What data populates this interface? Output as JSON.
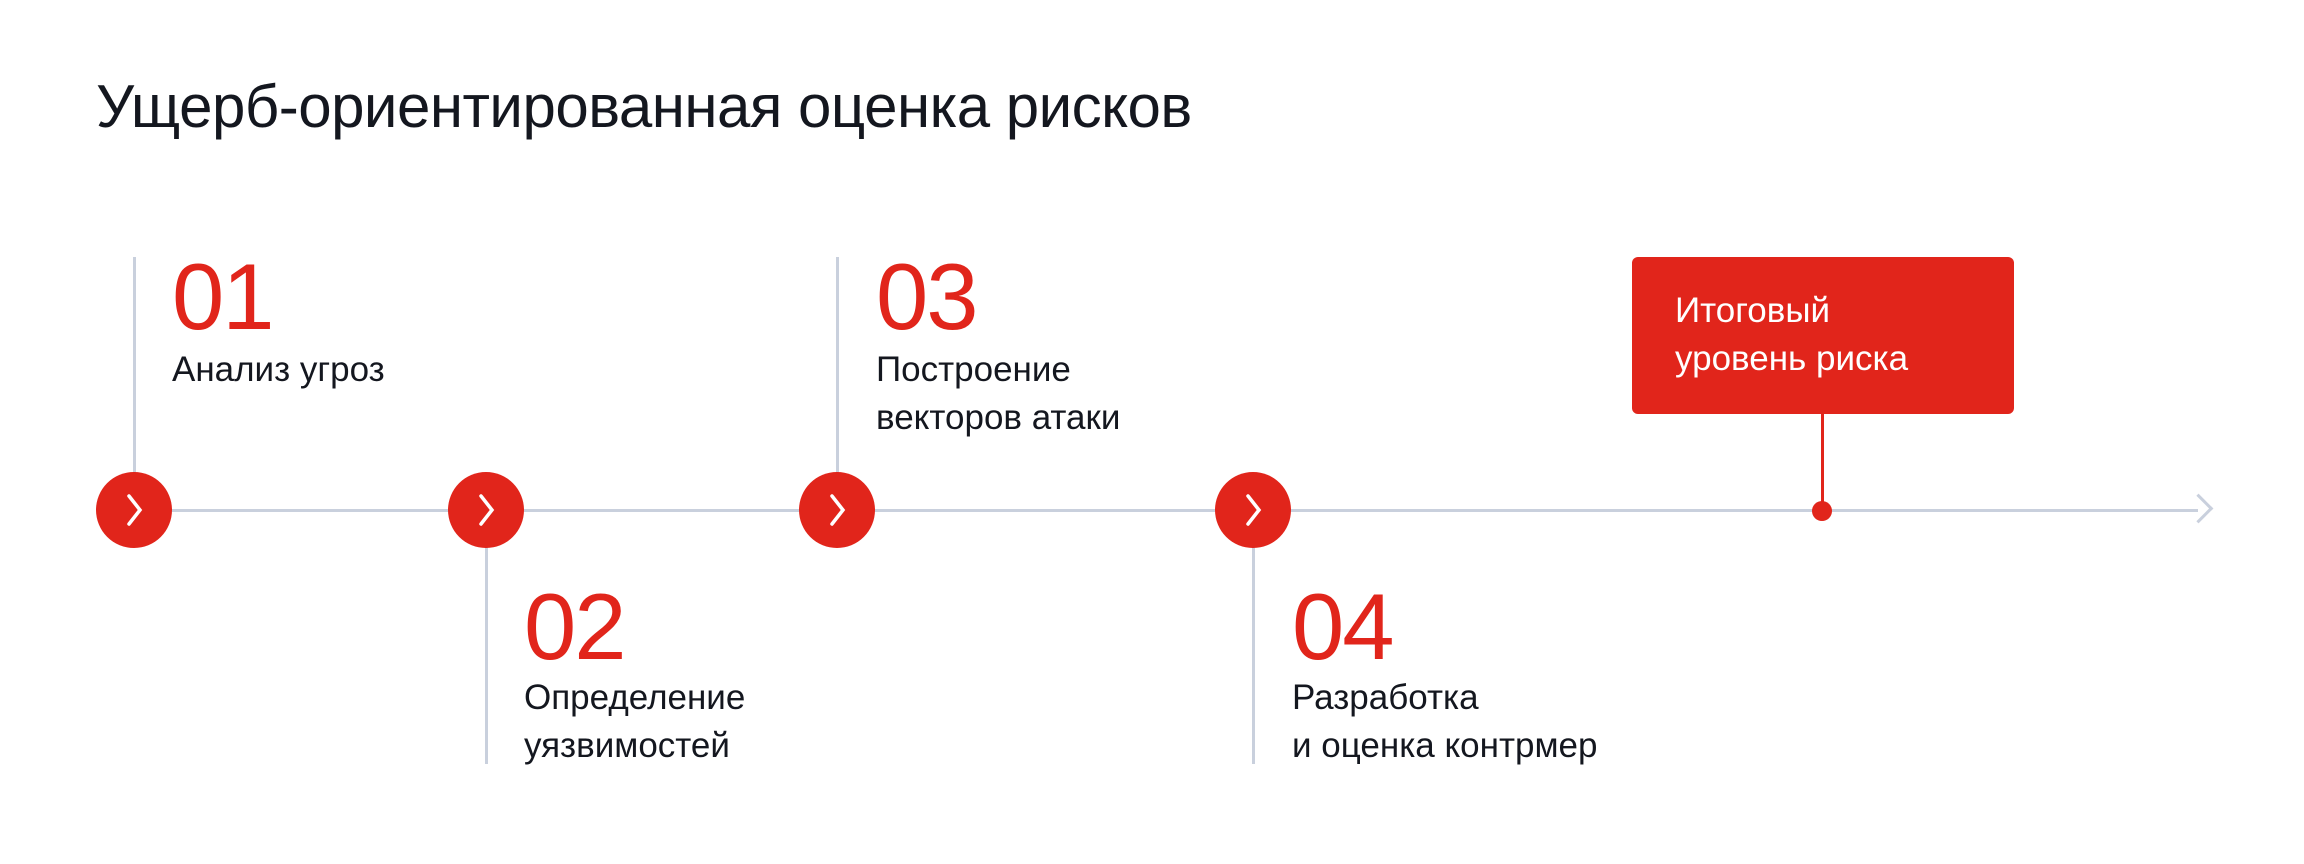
{
  "title": "Ущерб-ориентированная оценка рисков",
  "steps": [
    {
      "number": "01",
      "line1": "Анализ угроз",
      "line2": ""
    },
    {
      "number": "02",
      "line1": "Определение",
      "line2": "уязвимостей"
    },
    {
      "number": "03",
      "line1": "Построение",
      "line2": "векторов атаки"
    },
    {
      "number": "04",
      "line1": "Разработка",
      "line2": "и оценка контрмер"
    }
  ],
  "result": {
    "line1": "Итоговый",
    "line2": "уровень риска"
  },
  "colors": {
    "accent": "#e1251b",
    "line": "#c9d0dd",
    "text": "#14171f"
  },
  "icons": {
    "node": "chevron-right-icon",
    "axis_end": "arrow-right-icon"
  }
}
